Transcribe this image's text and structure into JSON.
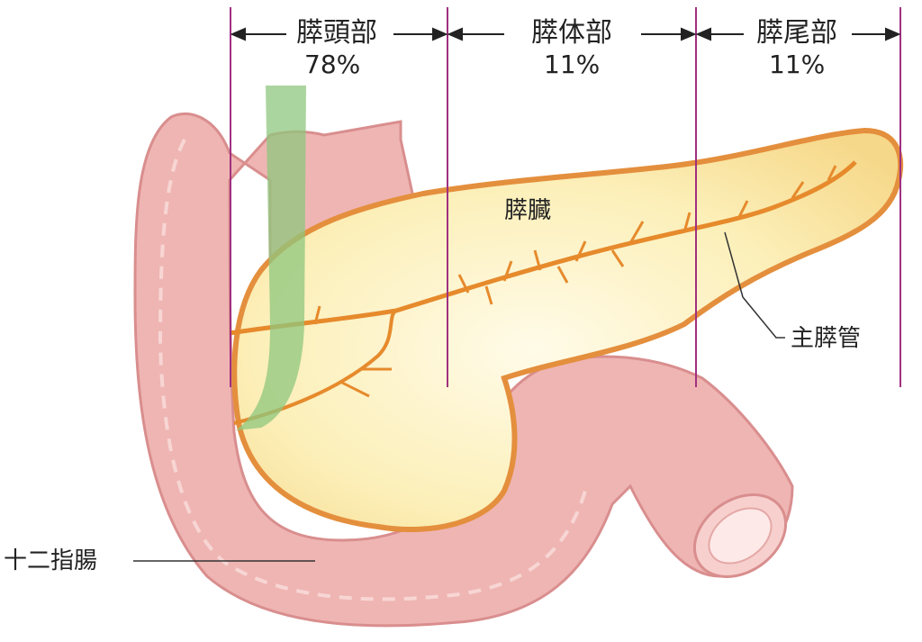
{
  "sections": [
    {
      "name": "膵頭部",
      "percent": "78%"
    },
    {
      "name": "膵体部",
      "percent": "11%"
    },
    {
      "name": "膵尾部",
      "percent": "11%"
    }
  ],
  "labels": {
    "pancreas": "膵臓",
    "main_duct": "主膵管",
    "duodenum": "十二指腸"
  },
  "colors": {
    "divider": "#a0307f",
    "duodenum_fill": "#efb5b3",
    "duodenum_edge": "#d98e8e",
    "pancreas_fill": "#fbe9a6",
    "pancreas_edge": "#e48f3d",
    "duct": "#e68a2c",
    "bile_duct": "#8fc77e"
  }
}
